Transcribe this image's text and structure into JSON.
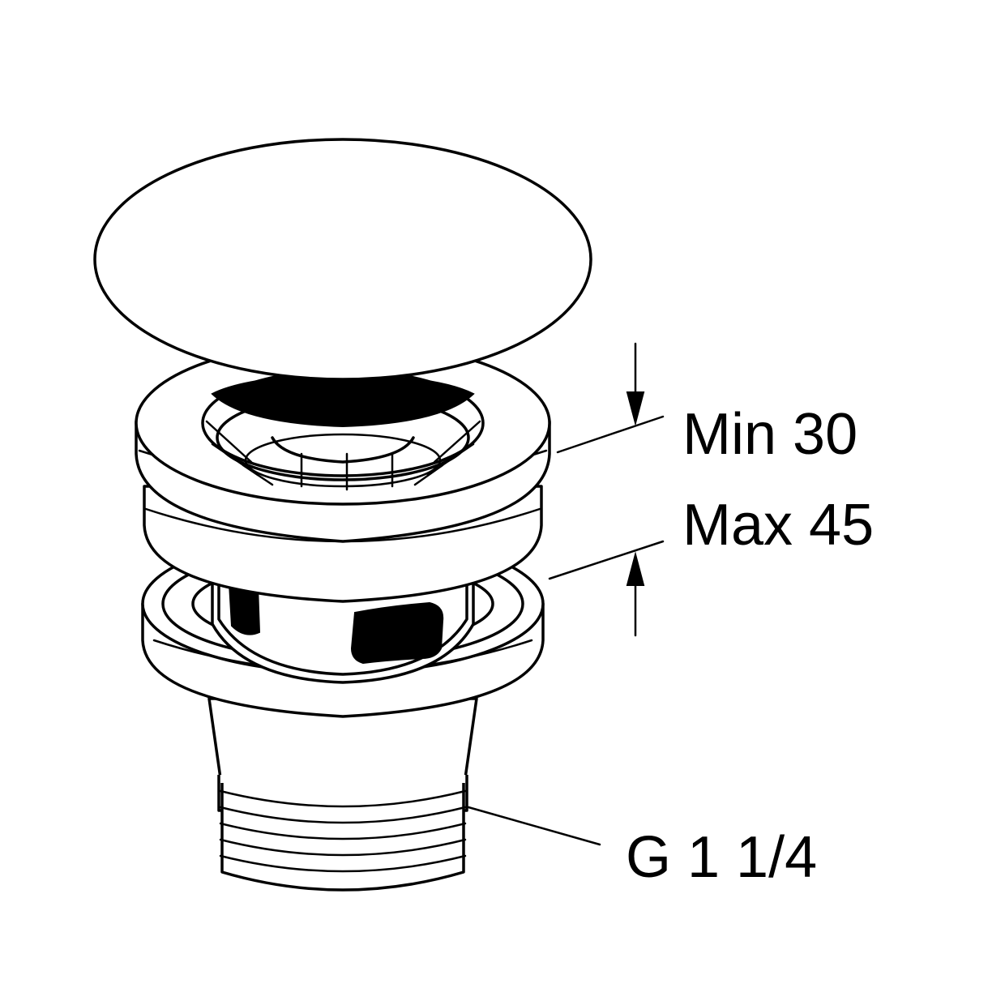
{
  "labels": {
    "min": "Min 30",
    "max": "Max 45",
    "thread": "G 1 1/4"
  }
}
